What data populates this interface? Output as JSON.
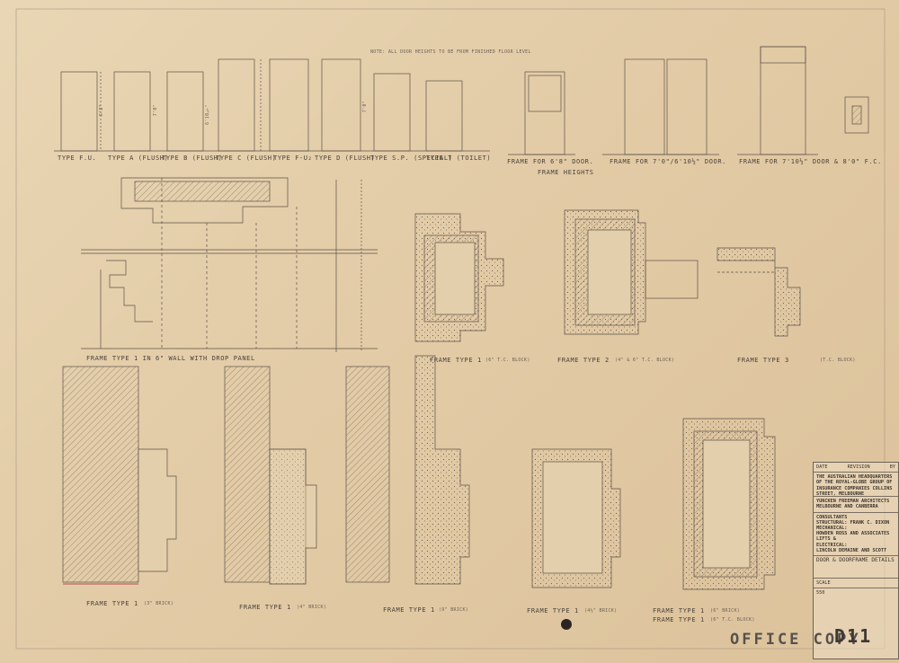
{
  "door_types": [
    {
      "label": "TYPE F.U.",
      "height_note": "6'8\""
    },
    {
      "label": "TYPE A (FLUSH)",
      "height_note": "7'0\""
    },
    {
      "label": "TYPE B (FLUSH)",
      "height_note": "6'10½\""
    },
    {
      "label": "TYPE C (FLUSH)",
      "height_note": ""
    },
    {
      "label": "TYPE F-U₂",
      "height_note": ""
    },
    {
      "label": "TYPE D (FLUSH)",
      "height_note": "7'0\""
    },
    {
      "label": "TYPE S.P. (SPECIAL)",
      "height_note": ""
    },
    {
      "label": "TYPE T (TOILET)",
      "height_note": ""
    }
  ],
  "top_note": "NOTE: ALL DOOR HEIGHTS TO BE FROM FINISHED FLOOR LEVEL",
  "frame_heights_title": "FRAME HEIGHTS",
  "frame_heights": [
    {
      "label": "FRAME FOR 6'8\" DOOR."
    },
    {
      "label": "FRAME FOR 7'0\"/6'10½\" DOOR."
    },
    {
      "label": "FRAME FOR 7'10½\" DOOR & 8'0\" F.C."
    }
  ],
  "drop_panel_title": "FRAME TYPE 1 IN 6\" WALL WITH DROP PANEL",
  "middle_labels": [
    "FRAME TYPE 1",
    "FRAME TYPE 2",
    "FRAME TYPE 3"
  ],
  "middle_sublabels": [
    "(6\" T.C. BLOCK)",
    "(4\" & 6\" T.C. BLOCK)",
    "(T.C. BLOCK)"
  ],
  "bottom_labels": [
    "FRAME TYPE 1",
    "FRAME TYPE 1",
    "FRAME TYPE 1",
    "FRAME TYPE 1",
    "FRAME TYPE 1",
    "FRAME TYPE 1"
  ],
  "bottom_sublabels": [
    "(3\" BRICK)",
    "(4\" BRICK)",
    "(9\" BRICK)",
    "(4½\" BRICK)",
    "(6\" BRICK)",
    "(6\" T.C. BLOCK)"
  ],
  "title_block": {
    "header": [
      "DATE",
      "REVISION",
      "BY"
    ],
    "project": "THE AUSTRALIAN HEADQUARTERS OF THE ROYAL-GLOBE GROUP OF INSURANCE COMPANIES COLLINS STREET, MELBOURNE",
    "architects": "YUNCKEN FREEMAN ARCHITECTS MELBOURNE AND CANBERRA",
    "consultants_heading": "CONSULTANTS",
    "structural": "STRUCTURAL: FRANK C. DIXON",
    "mechanical_heading": "MECHANICAL:",
    "mechanical": "HOWDEN ROSS AND ASSOCIATES",
    "lifts_heading": "LIFTS &",
    "electrical_heading": "ELECTRICAL:",
    "electrical": "LINCOLN DEMAINE AND SCOTT",
    "drawing_title": "DOOR & DOORFRAME DETAILS",
    "scale": "SCALE",
    "job_no": "550"
  },
  "stamp": "OFFICE COPY",
  "sheet_number": "D11"
}
